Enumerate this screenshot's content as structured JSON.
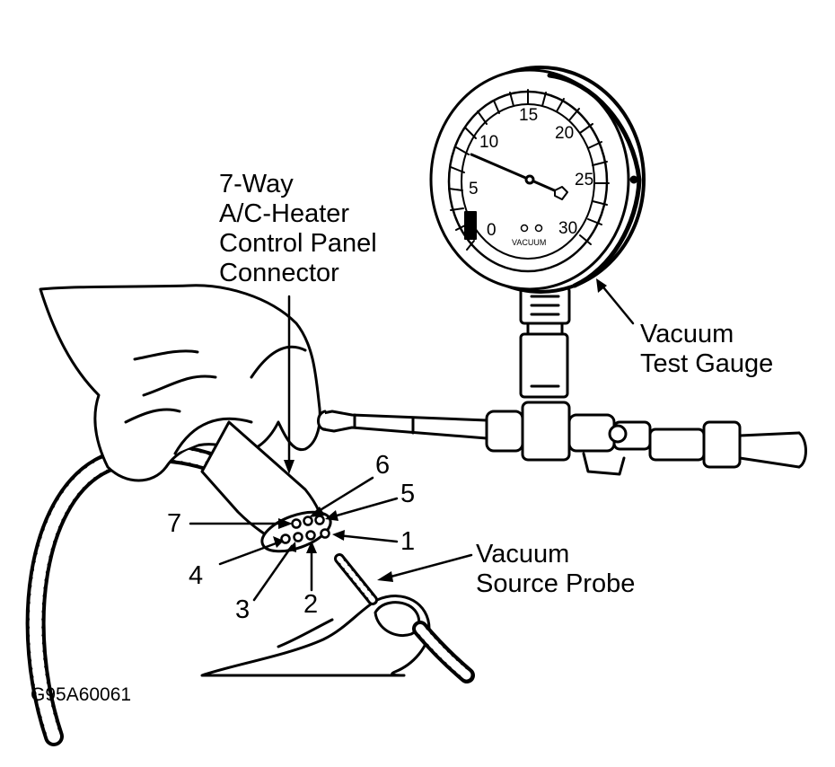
{
  "labels": {
    "connector": [
      "7-Way",
      "A/C-Heater",
      "Control Panel",
      "Connector"
    ],
    "gauge": [
      "Vacuum",
      "Test Gauge"
    ],
    "probe": [
      "Vacuum",
      "Source Probe"
    ]
  },
  "gauge_dial": {
    "ticks": [
      "0",
      "5",
      "10",
      "15",
      "20",
      "25",
      "30"
    ],
    "face_text": "VACUUM"
  },
  "pins": [
    "1",
    "2",
    "3",
    "4",
    "5",
    "6",
    "7"
  ],
  "figure_code": "G95A60061"
}
